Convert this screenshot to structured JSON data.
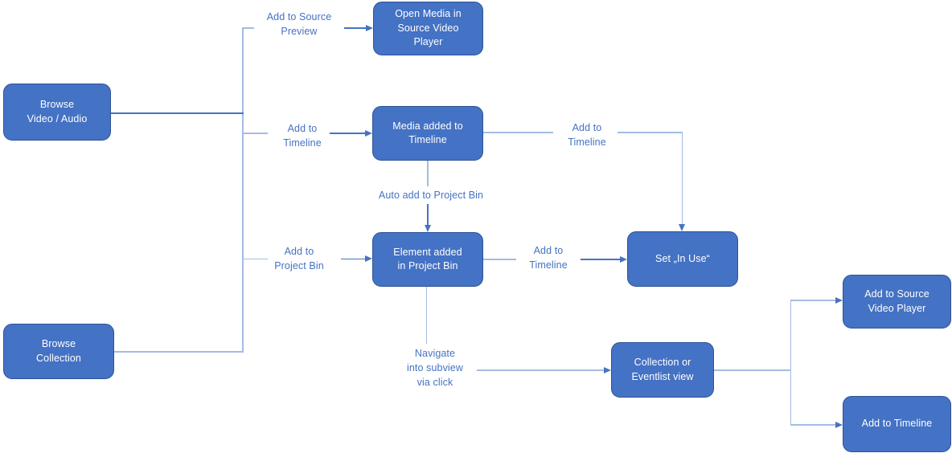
{
  "palette": {
    "box_fill": "#4472c4",
    "box_border": "#2e5395",
    "box_text": "#ffffff",
    "label_text": "#4472c4",
    "line_light": "#a4bce4",
    "line_dark": "#4673c4",
    "canvas_bg": "#ffffff"
  },
  "nodes": {
    "browse_video_audio": "Browse\nVideo / Audio",
    "browse_collection": "Browse\nCollection",
    "open_media_in_source_video_player": "Open Media in\nSource Video\nPlayer",
    "media_added_to_timeline": "Media added to\nTimeline",
    "element_added_in_project_bin": "Element added\nin Project Bin",
    "set_in_use": "Set „In Use“",
    "collection_or_eventlist_view": "Collection or\nEventlist view",
    "add_to_source_video_player": "Add to Source\nVideo Player",
    "add_to_timeline": "Add to Timeline"
  },
  "labels": {
    "add_to_source_preview": "Add to Source\nPreview",
    "add_to_timeline_left": "Add to\nTimeline",
    "add_to_project_bin": "Add to\nProject Bin",
    "auto_add_to_project_bin": "Auto add to Project Bin",
    "add_to_timeline_mid": "Add to\nTimeline",
    "add_to_timeline_top": "Add to\nTimeline",
    "navigate_into_subview": "Navigate\ninto subview\nvia click"
  }
}
